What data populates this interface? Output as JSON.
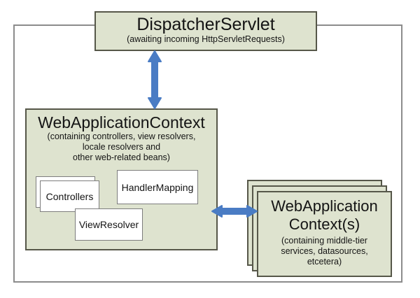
{
  "colors": {
    "page_bg": "#ffffff",
    "frame_border": "#8c8c8c",
    "box_fill": "#dee3cf",
    "box_border": "#565749",
    "inner_fill": "#ffffff",
    "inner_border": "#7d7d7d",
    "arrow": "#4a7cc4",
    "text": "#141414"
  },
  "dispatcher": {
    "title": "DispatcherServlet",
    "subtitle": "(awaiting incoming HttpServletRequests)"
  },
  "webapp_context": {
    "title": "WebApplicationContext",
    "subtitle_lines": [
      "(containing controllers, view resolvers,",
      "locale resolvers and",
      "other web-related beans)"
    ],
    "beans": {
      "controllers": "Controllers",
      "handler_mapping": "HandlerMapping",
      "view_resolver": "ViewResolver"
    }
  },
  "middle_tier_context": {
    "title_lines": [
      "WebApplication",
      "Context(s)"
    ],
    "subtitle_lines": [
      "(containing middle-tier",
      "services, datasources,",
      "etcetera)"
    ]
  },
  "icons": {
    "vertical_arrow": "bidirectional-arrow",
    "horizontal_arrow": "bidirectional-arrow"
  }
}
